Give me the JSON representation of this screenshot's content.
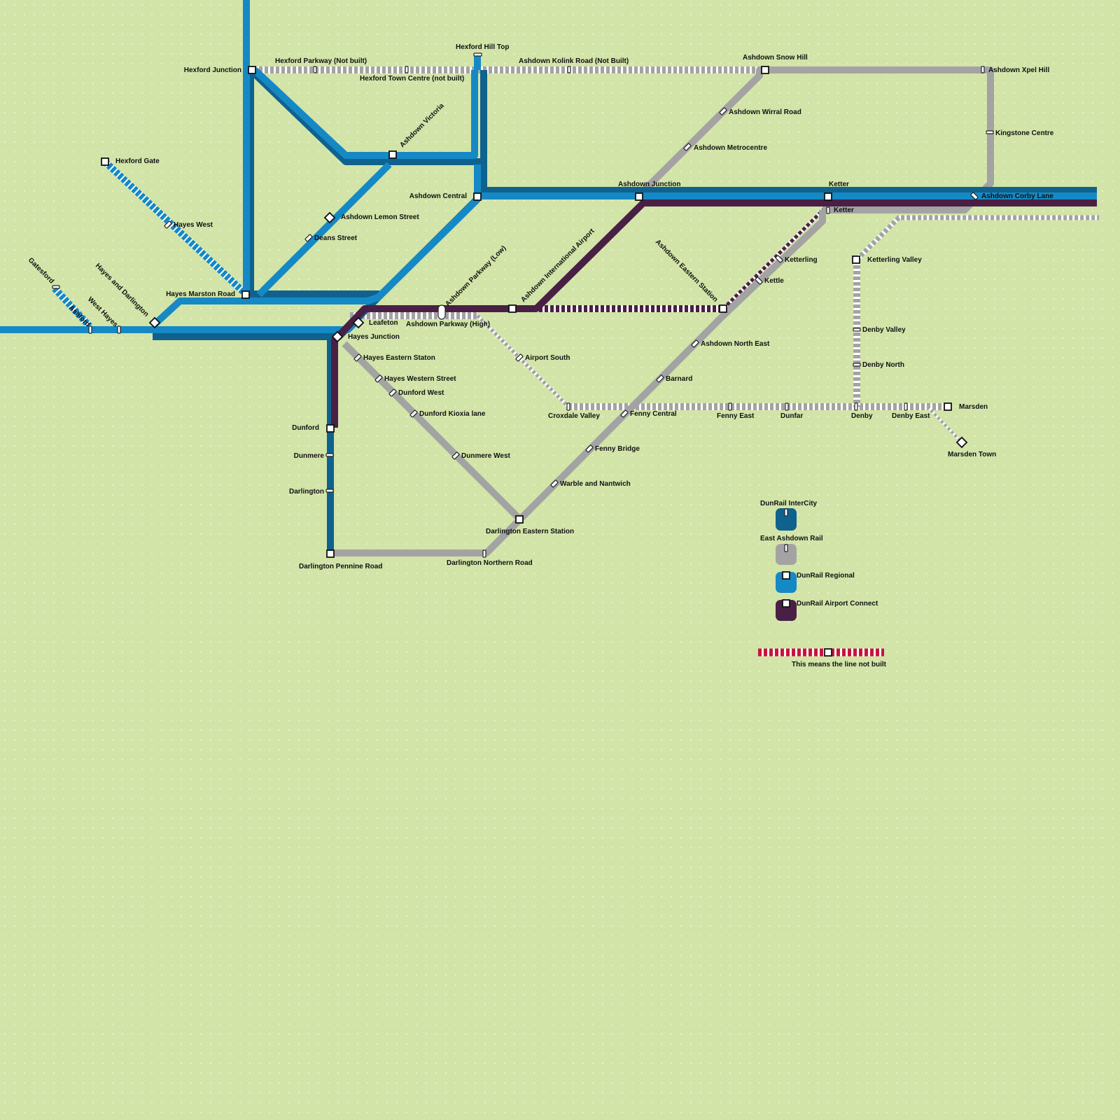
{
  "colors": {
    "intercity": "#0f628e",
    "east_ashdown": "#a3a3a3",
    "regional": "#1589c5",
    "airport_connect": "#4a1f45",
    "not_built_legend": "#c8143c",
    "background": "#d2e4a8"
  },
  "stations": {
    "hexford_junction": "Hexford Junction",
    "hexford_parkway": "Hexford Parkway (Not built)",
    "hexford_town_centre": "Hexford Town Centre (not built)",
    "hexford_hill_top": "Hexford Hill Top",
    "ashdown_kolink_road": "Ashdown Kolink Road (Not Built)",
    "ashdown_snow_hill": "Ashdown Snow Hill",
    "ashdown_xpel_hill": "Ashdown Xpel Hill",
    "ashdown_wirral_road": "Ashdown Wirral Road",
    "kingstone_centre": "Kingstone Centre",
    "ashdown_metrocentre": "Ashdown Metrocentre",
    "ashdown_victoria": "Ashdown Victoria",
    "hexford_gate": "Hexford Gate",
    "ashdown_central": "Ashdown Central",
    "ashdown_junction": "Ashdown Junction",
    "ketter_upper": "Ketter",
    "ashdown_corby_lane": "Ashdown Corby Lane",
    "ketter_lower": "Ketter",
    "hayes_west": "Hayes West",
    "ashdown_lemon_street": "Ashdown Lemon Street",
    "deans_street": "Deans Street",
    "ashdown_international_airport": "Ashdown International Airport",
    "ashdown_parkway_low": "Ashdown Parkway (Low)",
    "ashdown_eastern_station": "Ashdown Eastern Station",
    "ketterling": "Ketterling",
    "ketterling_valley": "Ketterling Valley",
    "kettle": "Kettle",
    "gatesford": "Gatesford",
    "hayes_and_darlington": "Hayes and Darlington",
    "hayes_marston_road": "Hayes Marston Road",
    "west_hayes": "West Hayes",
    "ashford": "Ashford",
    "leafeton": "Leafeton",
    "ashdown_parkway_high": "Ashdown Parkway (High)",
    "hayes_junction": "Hayes Junction",
    "denby_valley": "Denby Valley",
    "ashdown_north_east": "Ashdown North East",
    "hayes_eastern_staton": "Hayes Eastern Staton",
    "airport_south": "Airport South",
    "denby_north": "Denby North",
    "hayes_western_street": "Hayes Western Street",
    "barnard": "Barnard",
    "dunford_west": "Dunford West",
    "marsden": "Marsden",
    "dunford_kioxia_lane": "Dunford Kioxia lane",
    "croxdale_valley": "Croxdale Valley",
    "fenny_central": "Fenny Central",
    "fenny_east": "Fenny East",
    "dunfar": "Dunfar",
    "denby": "Denby",
    "denby_east": "Denby East",
    "dunford": "Dunford",
    "marsden_town": "Marsden Town",
    "fenny_bridge": "Fenny Bridge",
    "dunmere": "Dunmere",
    "dunmere_west": "Dunmere West",
    "warble_and_nantwich": "Warble and Nantwich",
    "darlington": "Darlington",
    "darlington_eastern_station": "Darlington Eastern Station",
    "darlington_pennine_road": "Darlington Pennine Road",
    "darlington_northern_road": "Darlington Northern Road"
  },
  "legend": {
    "intercity": "DunRail InterCity",
    "east_ashdown": "East Ashdown Rail",
    "regional": "DunRail Regional",
    "airport_connect": "DunRail Airport Connect",
    "not_built": "This means the line not built"
  }
}
